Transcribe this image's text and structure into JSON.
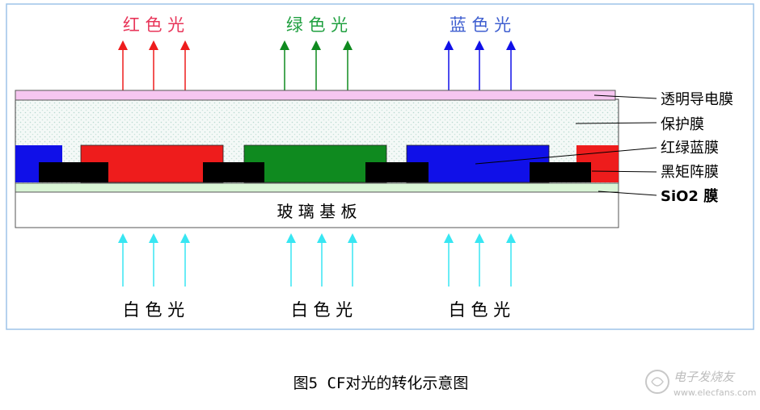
{
  "top_labels": {
    "red": "红 色 光",
    "green": "绿 色 光",
    "blue": "蓝 色 光"
  },
  "bottom_labels": [
    "白 色 光",
    "白 色 光",
    "白 色 光"
  ],
  "layer_labels": {
    "ito": "透明导电膜",
    "protective": "保护膜",
    "rgb": "红绿蓝膜",
    "black_matrix": "黑矩阵膜",
    "sio2": "SiO2 膜"
  },
  "substrate_label": "玻 璃 基 板",
  "caption": "图5 CF对光的转化示意图",
  "watermark": {
    "line1": "电子发烧友",
    "line2": "www.elecfans.com"
  },
  "colors": {
    "red": "#ee1c1c",
    "green": "#0f8a1f",
    "blue": "#1010e8",
    "white_light": "#38e6f2",
    "ito": "#f6c6f0",
    "protective": "#eef6f2",
    "sio2": "#d9f5d6",
    "black": "#000000",
    "label_red": "#e8365a",
    "label_green": "#20a040",
    "label_blue": "#3f5fd0"
  }
}
